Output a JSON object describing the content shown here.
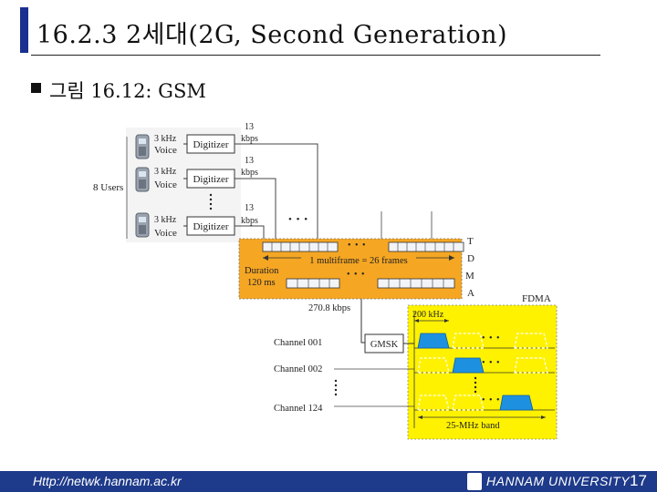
{
  "slide": {
    "title": "16.2.3 2세대(2G, Second Generation)",
    "bullet": "그림 16.12: GSM",
    "footer_url": "Http://netwk.hannam.ac.kr",
    "footer_university": "HANNAM UNIVERSITY",
    "page_number": "17"
  },
  "diagram": {
    "users_label": "8 Users",
    "voice_rate": "3 kHz",
    "voice_label": "Voice",
    "digitizer_label": "Digitizer",
    "rate_num": "13",
    "rate_unit": "kbps",
    "tdma_letters": [
      "T",
      "D",
      "M",
      "A"
    ],
    "multiframe_label": "1 multiframe = 26 frames",
    "duration_label": "Duration",
    "duration_value": "120 ms",
    "channel_rate": "270.8 kbps",
    "fdma_label": "FDMA",
    "bandwidth_label": "200 kHz",
    "gmsk_label": "GMSK",
    "channels": [
      "Channel 001",
      "Channel 002",
      "Channel 124"
    ],
    "band_label": "25-MHz band",
    "ellipsis": "• • •"
  },
  "colors": {
    "accent": "#1a2f8f",
    "footer": "#1e3a8a",
    "tdma_fill": "#f5a623",
    "fdma_fill": "#fff200",
    "burst": "#1e90e0",
    "frame_box": "#f2f4f8"
  }
}
